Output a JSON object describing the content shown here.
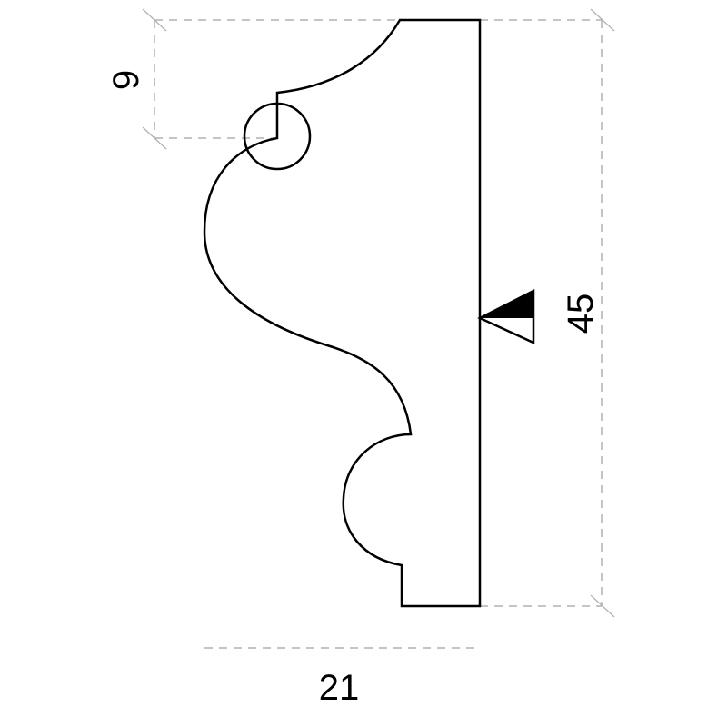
{
  "diagram": {
    "dimensions": {
      "width": "21",
      "height": "45",
      "top_offset": "9"
    },
    "colors": {
      "profile": "#000000",
      "dimension_lines": "#b0b0b0"
    }
  }
}
